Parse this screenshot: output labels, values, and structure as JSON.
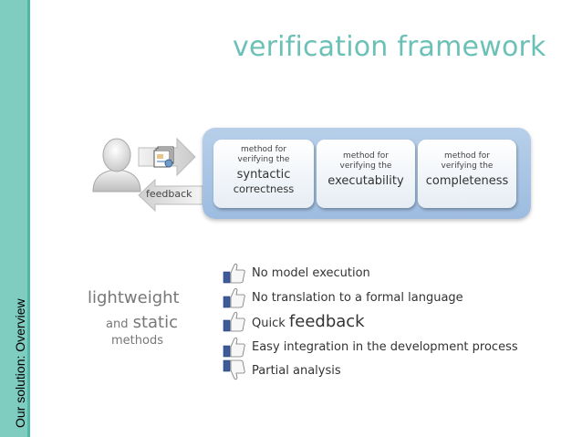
{
  "sidebar": {
    "text": "Our solution: Overview"
  },
  "title": "verification framework",
  "diagram": {
    "feedback_label": "feedback",
    "methods": [
      {
        "line1": "method for",
        "line2": "verifying the",
        "line3": "syntactic",
        "line4": "correctness"
      },
      {
        "line1": "method for",
        "line2": "verifying the",
        "line3": "executability"
      },
      {
        "line1": "method for",
        "line2": "verifying the",
        "line3": "completeness"
      }
    ]
  },
  "properties": {
    "lightweight": "lightweight",
    "and": "and",
    "static": "static",
    "methods": "methods"
  },
  "items": [
    {
      "text": "No model execution",
      "icon": "thumb-up-icon"
    },
    {
      "text": "No translation to a formal language",
      "icon": "thumb-up-icon"
    },
    {
      "text_prefix": "Quick",
      "text_big": "feedback",
      "icon": "thumb-up-icon"
    },
    {
      "text": "Easy integration in the development process",
      "icon": "thumb-up-icon"
    },
    {
      "text": "Partial analysis",
      "icon": "thumb-down-icon"
    }
  ]
}
